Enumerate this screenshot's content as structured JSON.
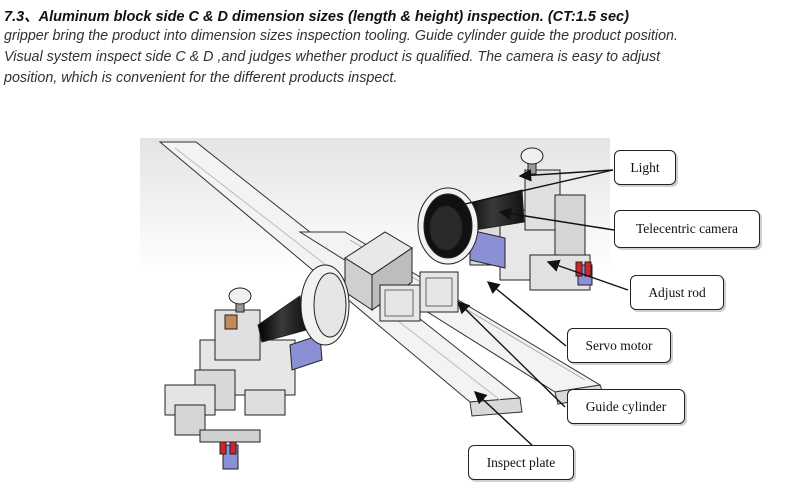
{
  "section": {
    "heading": "7.3、Aluminum block side C & D dimension sizes (length & height) inspection. (CT:1.5 sec)",
    "lines": [
      "gripper bring the product into dimension sizes inspection tooling. Guide cylinder guide the product position.",
      "Visual system inspect side C & D ,and judges whether product is qualified. The camera is easy to adjust",
      "position, which is convenient for the different products inspect."
    ]
  },
  "figure": {
    "callouts": {
      "light": "Light",
      "telecentric_camera": "Telecentric camera",
      "adjust_rod": "Adjust rod",
      "servo_motor": "Servo motor",
      "guide_cylinder": "Guide cylinder",
      "inspect_plate": "Inspect plate"
    },
    "colors": {
      "plate_fill": "#f1f1f1",
      "cone_fill": "#1e1e1e",
      "motor_fill": "#8a8fd6",
      "indicator_red": "#d3232b",
      "line": "#333333"
    }
  }
}
